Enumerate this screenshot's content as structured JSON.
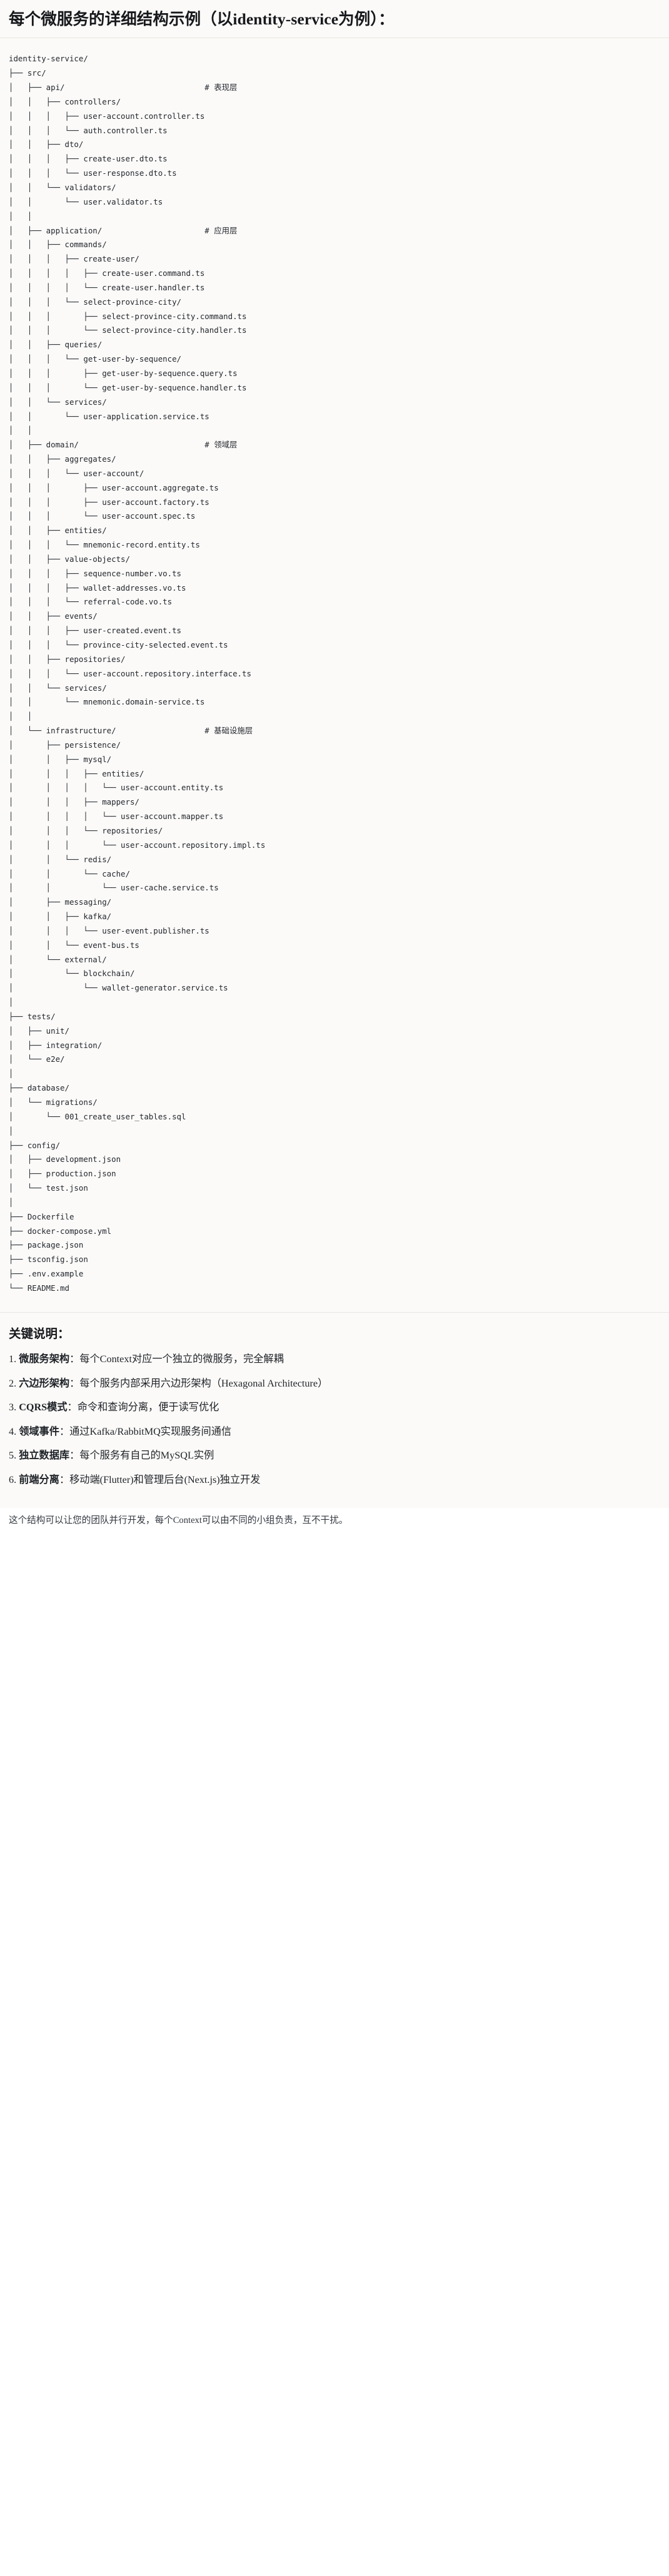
{
  "heading": {
    "title": "每个微服务的详细结构示例（以identity-service为例）："
  },
  "tree": {
    "root": "identity-service/",
    "text": "identity-service/\n├── src/\n│   ├── api/                              # 表现层\n│   │   ├── controllers/\n│   │   │   ├── user-account.controller.ts\n│   │   │   └── auth.controller.ts\n│   │   ├── dto/\n│   │   │   ├── create-user.dto.ts\n│   │   │   └── user-response.dto.ts\n│   │   └── validators/\n│   │       └── user.validator.ts\n│   │\n│   ├── application/                      # 应用层\n│   │   ├── commands/\n│   │   │   ├── create-user/\n│   │   │   │   ├── create-user.command.ts\n│   │   │   │   └── create-user.handler.ts\n│   │   │   └── select-province-city/\n│   │   │       ├── select-province-city.command.ts\n│   │   │       └── select-province-city.handler.ts\n│   │   ├── queries/\n│   │   │   └── get-user-by-sequence/\n│   │   │       ├── get-user-by-sequence.query.ts\n│   │   │       └── get-user-by-sequence.handler.ts\n│   │   └── services/\n│   │       └── user-application.service.ts\n│   │\n│   ├── domain/                           # 领域层\n│   │   ├── aggregates/\n│   │   │   └── user-account/\n│   │   │       ├── user-account.aggregate.ts\n│   │   │       ├── user-account.factory.ts\n│   │   │       └── user-account.spec.ts\n│   │   ├── entities/\n│   │   │   └── mnemonic-record.entity.ts\n│   │   ├── value-objects/\n│   │   │   ├── sequence-number.vo.ts\n│   │   │   ├── wallet-addresses.vo.ts\n│   │   │   └── referral-code.vo.ts\n│   │   ├── events/\n│   │   │   ├── user-created.event.ts\n│   │   │   └── province-city-selected.event.ts\n│   │   ├── repositories/\n│   │   │   └── user-account.repository.interface.ts\n│   │   └── services/\n│   │       └── mnemonic.domain-service.ts\n│   │\n│   └── infrastructure/                   # 基础设施层\n│       ├── persistence/\n│       │   ├── mysql/\n│       │   │   ├── entities/\n│       │   │   │   └── user-account.entity.ts\n│       │   │   ├── mappers/\n│       │   │   │   └── user-account.mapper.ts\n│       │   │   └── repositories/\n│       │   │       └── user-account.repository.impl.ts\n│       │   └── redis/\n│       │       └── cache/\n│       │           └── user-cache.service.ts\n│       ├── messaging/\n│       │   ├── kafka/\n│       │   │   └── user-event.publisher.ts\n│       │   └── event-bus.ts\n│       └── external/\n│           └── blockchain/\n│               └── wallet-generator.service.ts\n│\n├── tests/\n│   ├── unit/\n│   ├── integration/\n│   └── e2e/\n│\n├── database/\n│   └── migrations/\n│       └── 001_create_user_tables.sql\n│\n├── config/\n│   ├── development.json\n│   ├── production.json\n│   └── test.json\n│\n├── Dockerfile\n├── docker-compose.yml\n├── package.json\n├── tsconfig.json\n├── .env.example\n└── README.md",
    "layer_comments": [
      "# 表现层",
      "# 应用层",
      "# 领域层",
      "# 基础设施层"
    ]
  },
  "notes": {
    "title": "关键说明：",
    "items": [
      {
        "label": "微服务架构",
        "text": "：每个Context对应一个独立的微服务，完全解耦"
      },
      {
        "label": "六边形架构",
        "text": "：每个服务内部采用六边形架构（Hexagonal Architecture）"
      },
      {
        "label": "CQRS模式",
        "text": "：命令和查询分离，便于读写优化"
      },
      {
        "label": "领域事件",
        "text": "：通过Kafka/RabbitMQ实现服务间通信"
      },
      {
        "label": "独立数据库",
        "text": "：每个服务有自己的MySQL实例"
      },
      {
        "label": "前端分离",
        "text": "：移动端(Flutter)和管理后台(Next.js)独立开发"
      }
    ]
  },
  "footer": {
    "text": "这个结构可以让您的团队并行开发，每个Context可以由不同的小组负责，互不干扰。"
  }
}
